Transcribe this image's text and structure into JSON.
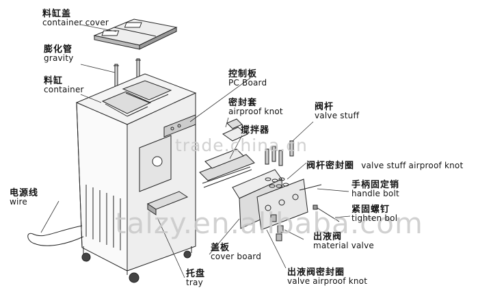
{
  "labels": {
    "container_cover": {
      "zh": "料缸盖",
      "en": "container cover"
    },
    "gravity": {
      "zh": "膨化管",
      "en": "gravity"
    },
    "container": {
      "zh": "料缸",
      "en": "container"
    },
    "pc_board": {
      "zh": "控制板",
      "en": "PC Board"
    },
    "airproof_knot": {
      "zh": "密封套",
      "en": "airproof knot"
    },
    "mixer": {
      "zh": "搅拌器",
      "en": ""
    },
    "valve_stuff": {
      "zh": "阀杆",
      "en": "valve stuff"
    },
    "valve_stuff_airproof": {
      "zh": "阀杆密封圈",
      "en": "valve stuff airproof knot"
    },
    "handle_bolt": {
      "zh": "手柄固定销",
      "en": "handle bolt"
    },
    "tighten_bolt": {
      "zh": "紧固螺钉",
      "en": "tighten bol"
    },
    "material_valve": {
      "zh": "出液阀",
      "en": "material valve"
    },
    "wire": {
      "zh": "电源线",
      "en": "wire"
    },
    "cover_board": {
      "zh": "盖板",
      "en": "cover board"
    },
    "tray": {
      "zh": "托盘",
      "en": "tray"
    },
    "valve_airproof": {
      "zh": "出液阀密封圈",
      "en": "valve airproof knot"
    }
  },
  "watermarks": {
    "top": "trade.china.cn",
    "bottom": "talzy.en.alibaba.com"
  },
  "colors": {
    "line": "#222222",
    "metal_light": "#eeeeee",
    "metal_mid": "#bbbbbb",
    "metal_dark": "#555555",
    "watermark": "#c9c9c9"
  }
}
